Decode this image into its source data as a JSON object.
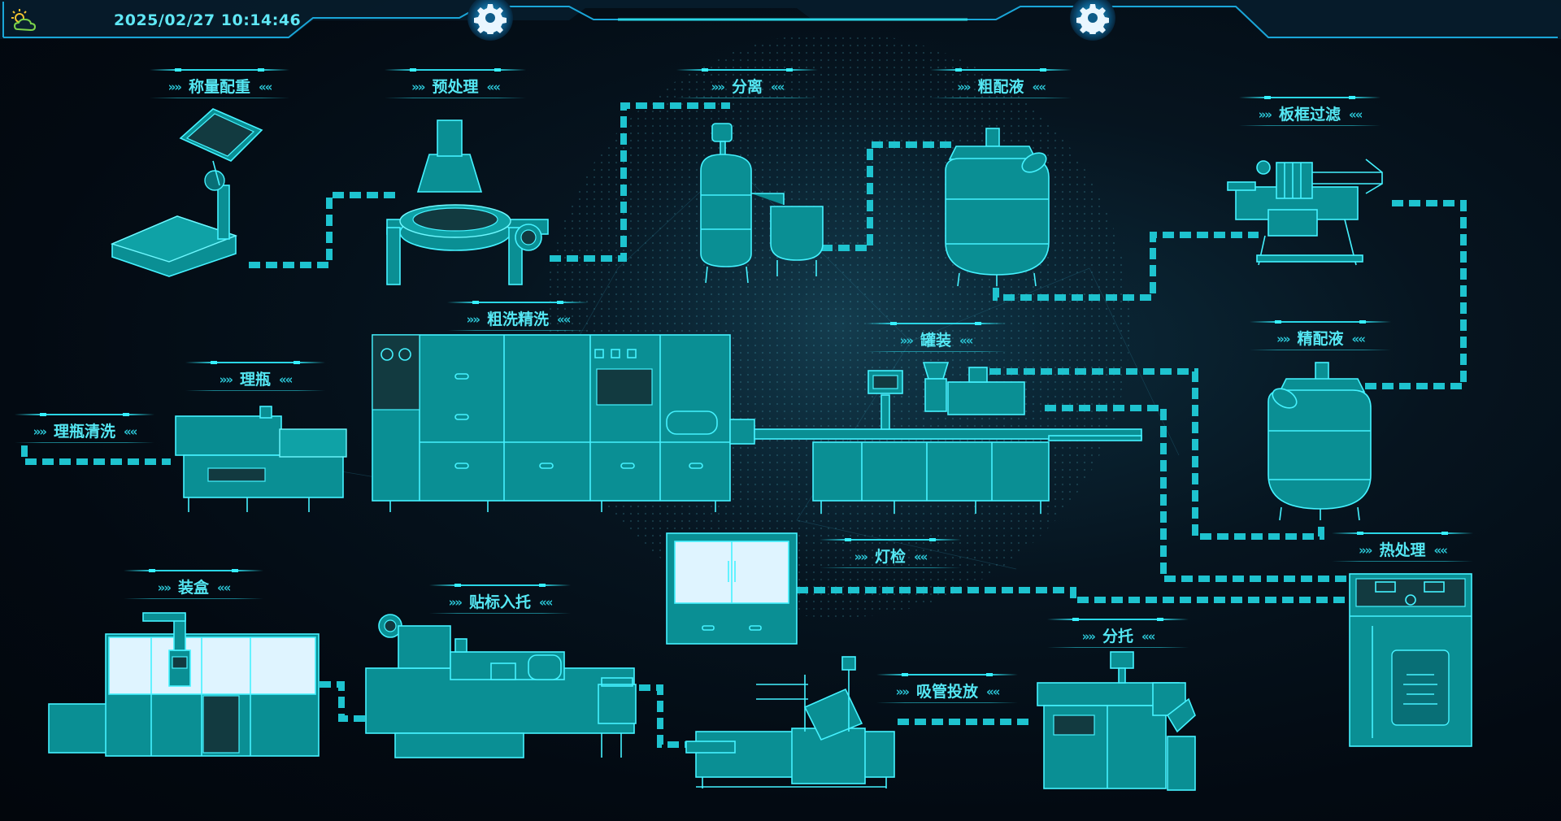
{
  "header": {
    "datetime": "2025/02/27 10:14:46",
    "icons": [
      "weather-icon",
      "gear-icon",
      "gear-icon"
    ]
  },
  "stations": {
    "weighing": "称量配重",
    "pretreatment": "预处理",
    "separation": "分离",
    "crude_mix": "粗配液",
    "plate_filter": "板框过滤",
    "wash": "粗洗精洗",
    "bottle_sort": "理瓶",
    "bottle_sort_wash": "理瓶清洗",
    "filling": "罐装",
    "fine_mix": "精配液",
    "light_inspect": "灯检",
    "heat_treat": "热处理",
    "boxing": "装盒",
    "label_tray": "贴标入托",
    "straw_insert": "吸管投放",
    "tray_split": "分托"
  },
  "colors": {
    "accent": "#45f2ff",
    "machine": "#0a8f94",
    "pipe": "#1ec3cf",
    "background": "#030a12"
  }
}
